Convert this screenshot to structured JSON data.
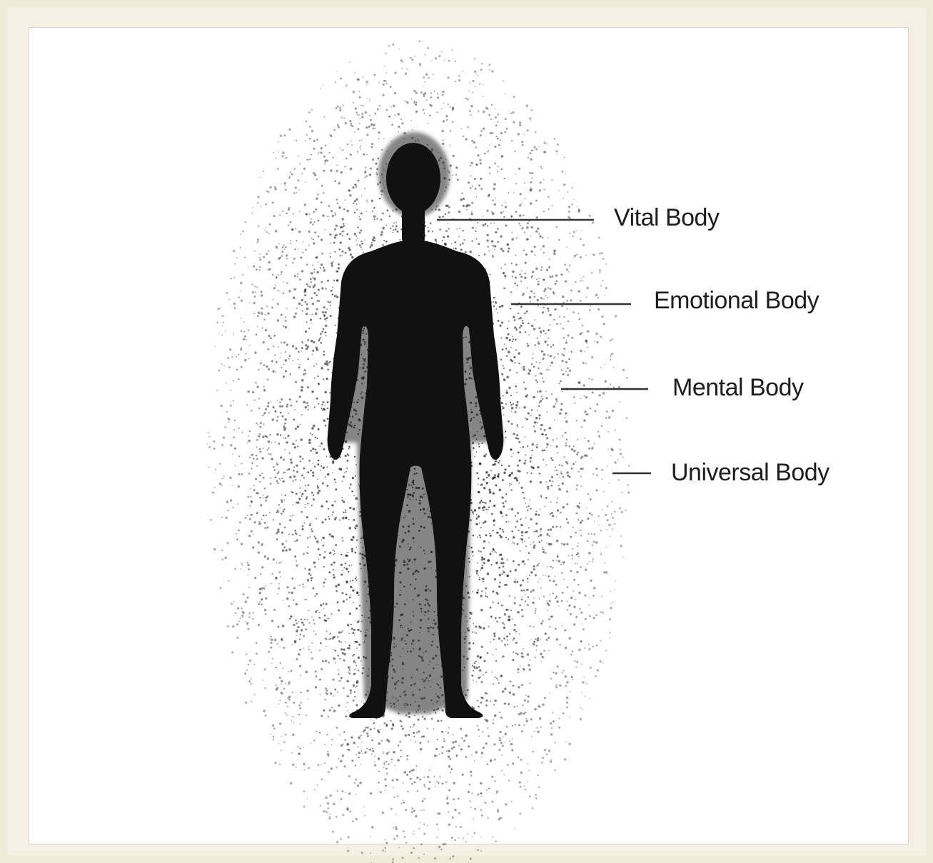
{
  "labels": {
    "vital": "Vital Body",
    "emotional": "Emotional Body",
    "mental": "Mental Body",
    "universal": "Universal Body"
  },
  "colors": {
    "frame": "#efebd9",
    "panel": "#ffffff",
    "figure": "#111111",
    "stipple": "#1a1a1a",
    "leader": "#333333"
  }
}
